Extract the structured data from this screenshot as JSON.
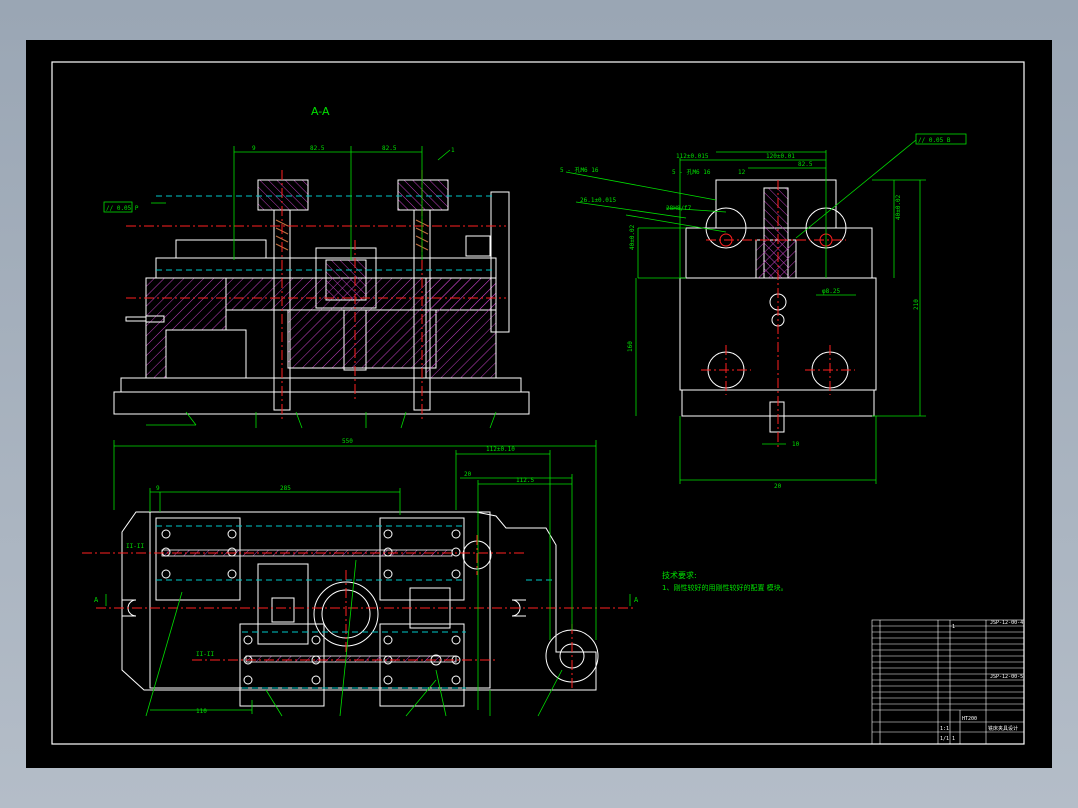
{
  "section_label": "A-A",
  "notes": {
    "heading": "技术要求:",
    "line1": "1、刚性较好的用刚性较好的配置 模块。"
  },
  "dims_left": {
    "d9": "9",
    "d825a": "82.5",
    "d825b": "82.5",
    "tol_box": "// 0.05 P",
    "part1": "1"
  },
  "dims_right": {
    "d112": "112±0.015",
    "d120": "120±0.01",
    "d825": "82.5",
    "d12": "12",
    "note_a": "5 - 孔M6 16",
    "note_b": "5 - 孔M6 16",
    "d26": "26.1±0.015",
    "d28": "28H8/f7",
    "d40": "40±0.02",
    "d40b": "40±0.02",
    "d210": "210",
    "d160": "160",
    "d825c": "φ8.25",
    "d10": "10",
    "d20": "20",
    "tol_box": "// 0.05 B"
  },
  "dims_bottom": {
    "d550": "550",
    "d112": "112±0.10",
    "d20": "20",
    "d1125": "112.5",
    "d9": "9",
    "d285": "285",
    "d110": "110",
    "sec_a1": "A",
    "sec_a2": "A",
    "label_1": "II-II",
    "label_2": "II-II"
  },
  "title_block": {
    "drawing_no_1": "JSP-12-00-4",
    "drawing_no_2": "JSP-12-00-5",
    "name": "铣床夹具设计",
    "scale": "1:1",
    "material": "HT200",
    "weight": "1",
    "sheet": "1/1",
    "qty": "1"
  }
}
